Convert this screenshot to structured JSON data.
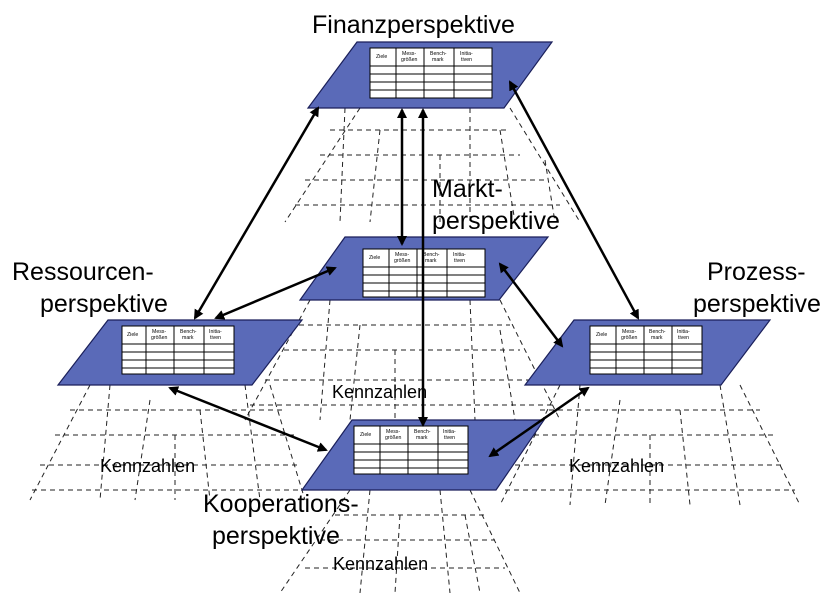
{
  "diagram": {
    "labels": {
      "finanz": "Finanzperspektive",
      "markt_line1": "Markt-",
      "markt_line2": "perspektive",
      "ressourcen_line1": "Ressourcen-",
      "ressourcen_line2": "perspektive",
      "prozess_line1": "Prozess-",
      "prozess_line2": "perspektive",
      "kooperation_line1": "Kooperations-",
      "kooperation_line2": "perspektive"
    },
    "kennzahlen": "Kennzahlen",
    "table_headers": {
      "col1": "Ziele",
      "col2a": "Mess-",
      "col2b": "größen",
      "col3a": "Bench-",
      "col3b": "mark",
      "col4a": "Initia-",
      "col4b": "tiven"
    },
    "colors": {
      "plane_fill": "#5a6ab8",
      "plane_stroke": "#1a1f5a",
      "arrow": "#000000"
    }
  }
}
